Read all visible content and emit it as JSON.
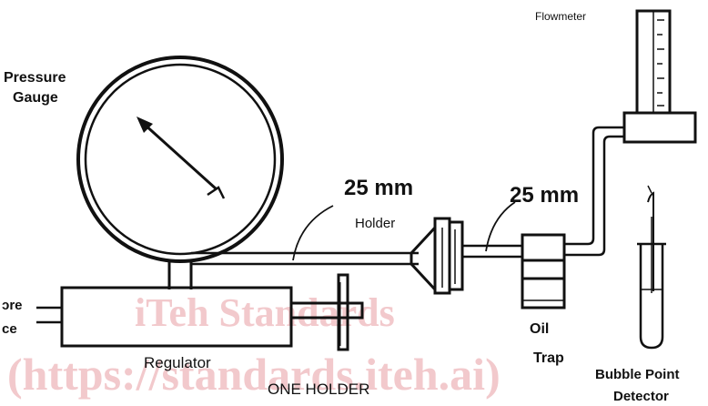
{
  "labels": {
    "flowmeter": "Flowmeter",
    "pressure": "Pressure",
    "gauge": "Gauge",
    "dim_left": "25 mm",
    "dim_right": "25 mm",
    "holder": "Holder",
    "source_top": "ɔre",
    "source_bottom": "ce",
    "regulator": "Regulator",
    "oil": "Oil",
    "trap": "Trap",
    "bubble_point": "Bubble Point",
    "detector": "Detector",
    "caption": "ONE HOLDER"
  },
  "watermark": {
    "line1": "iTeh Standards",
    "line2": "(https://standards.iteh.ai)"
  },
  "colors": {
    "ink": "#111111",
    "watermark": "#f2c9cc"
  }
}
